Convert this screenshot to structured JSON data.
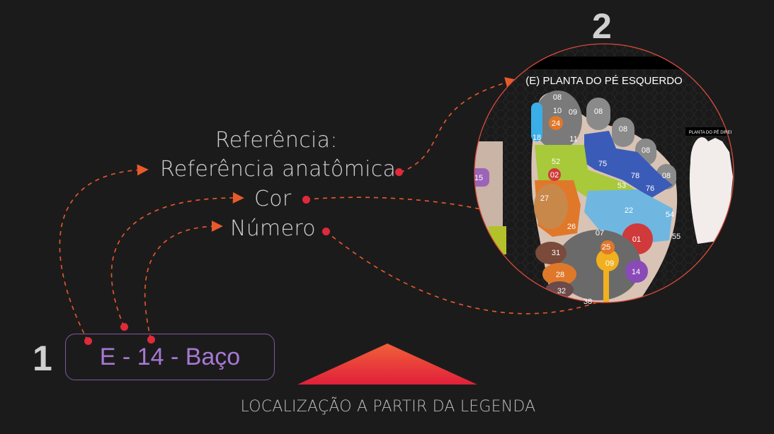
{
  "step_one": "1",
  "step_two": "2",
  "labels": {
    "title": "Referência:",
    "anatomical": "Referência anatômica",
    "color": "Cor",
    "number": "Número"
  },
  "legend_label": "E - 14 - Baço",
  "footer": "LOCALIZAÇÃO A PARTIR DA LEGENDA",
  "map": {
    "title": "(E) PLANTA DO PÉ ESQUERDO",
    "small_title": "PLANTA DO PÉ DIREI",
    "numbers": [
      "08",
      "10",
      "09",
      "08",
      "24",
      "18",
      "11",
      "08",
      "08",
      "52",
      "75",
      "02",
      "78",
      "08",
      "53",
      "76",
      "27",
      "22",
      "54",
      "26",
      "07",
      "01",
      "55",
      "31",
      "25",
      "09",
      "14",
      "28",
      "32",
      "38",
      "15"
    ]
  },
  "colors": {
    "accent_red": "#e02a3a",
    "arrow_orange": "#e85a2a",
    "label_purple": "#a678d2"
  }
}
